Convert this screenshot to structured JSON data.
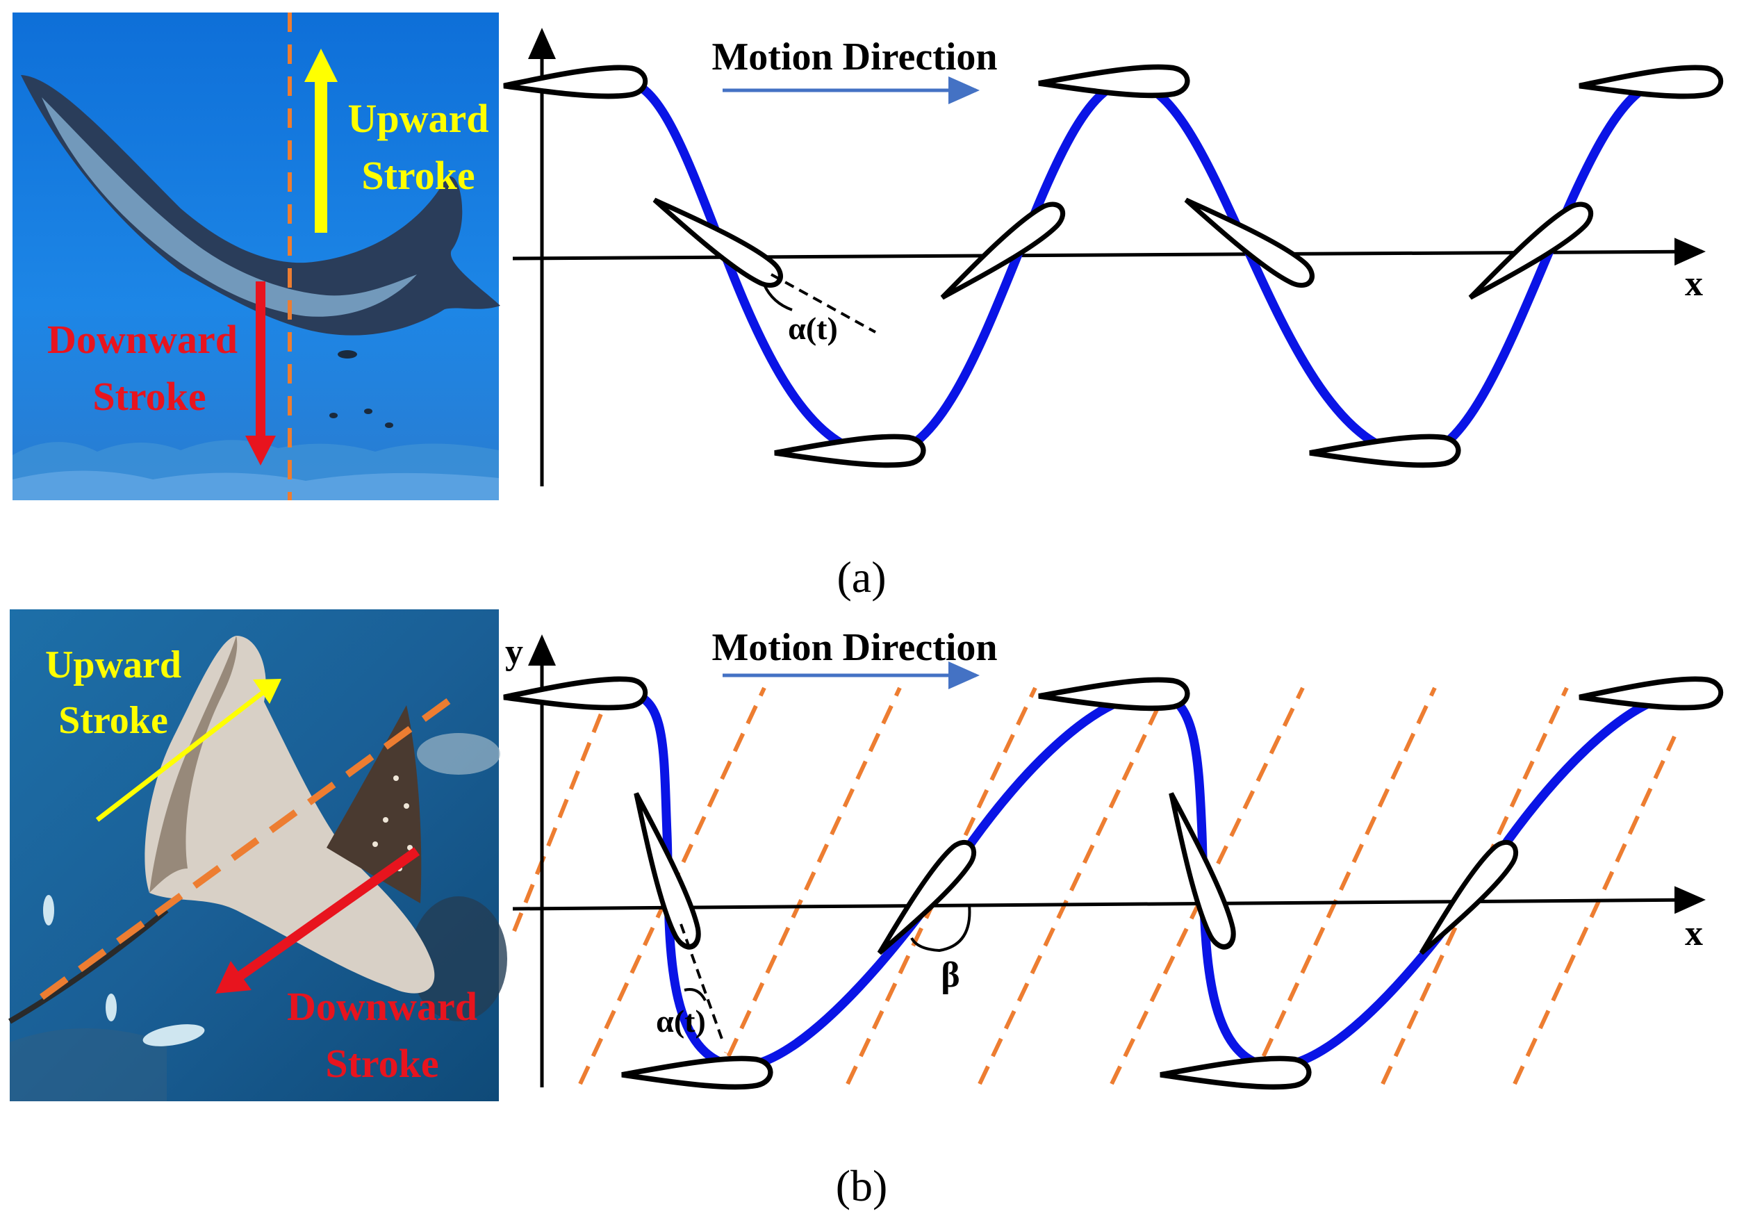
{
  "panel_a": {
    "photo": {
      "upward_line1": "Upward",
      "upward_line2": "Stroke",
      "downward_line1": "Downward",
      "downward_line2": "Stroke"
    },
    "motion_direction": "Motion Direction",
    "x_axis_label": "x",
    "angle_label": "α(t)",
    "caption": "(a)"
  },
  "panel_b": {
    "photo": {
      "upward_line1": "Upward",
      "upward_line2": "Stroke",
      "downward_line1": "Downward",
      "downward_line2": "Stroke"
    },
    "motion_direction": "Motion Direction",
    "x_axis_label": "x",
    "y_axis_label": "y",
    "angle_label": "α(t)",
    "beta_label": "β",
    "caption": "(b)"
  },
  "colors": {
    "trajectory": "#0a14e6",
    "direction_arrow": "#4472c4",
    "upward": "#ffff00",
    "downward": "#e8141e",
    "guide_dash": "#ed7d31",
    "ocean": "#1f78d6",
    "axis": "#000000"
  }
}
